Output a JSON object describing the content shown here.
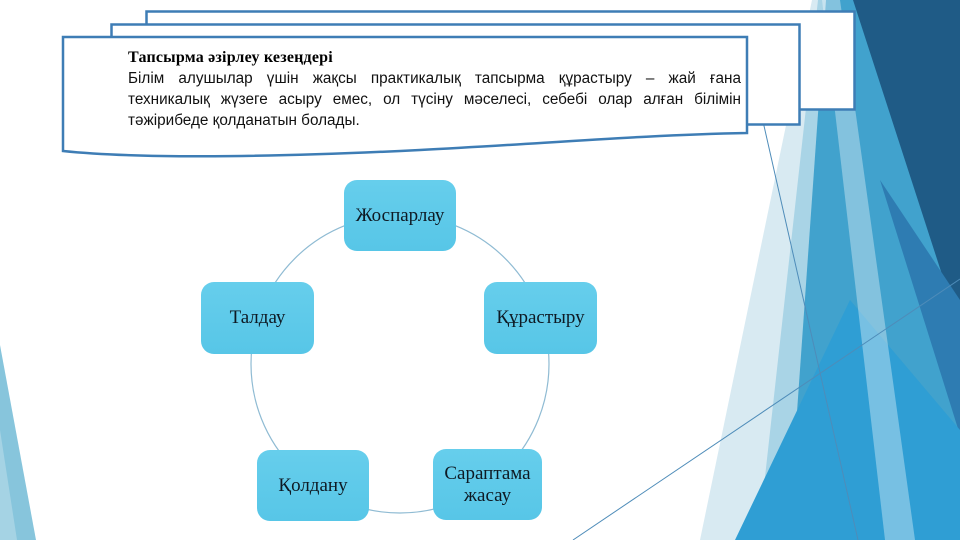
{
  "slide": {
    "title_box": {
      "heading": "Тапсырма әзірлеу кезеңдері",
      "body_lines": [
        "Білім алушылар үшін жақсы практикалық тапсырма құрастыру – жай ғана",
        "техникалық жүзеге асыру емес, ол түсіну мәселесі, себебі олар алған білімін",
        "тәжірибеде қолданатын болады."
      ]
    },
    "cycle": {
      "items": [
        {
          "label": "Жоспарлау"
        },
        {
          "label": "Құрастыру"
        },
        {
          "label": "Сараптама жасау"
        },
        {
          "label": "Қолдану"
        },
        {
          "label": "Талдау"
        }
      ]
    },
    "colors": {
      "node_fill": "#5CC9E8",
      "box_border": "#3E7DB5",
      "accent_teal": "#41A2CD",
      "bright_teal": "#2F9ED4",
      "dark_navy": "#1F5B86",
      "light_teal": "#A9D4E6",
      "pale_teal": "#D8EAF2",
      "circle_stroke": "#8FBBD3",
      "left_wedge": "#87C5DC"
    }
  }
}
